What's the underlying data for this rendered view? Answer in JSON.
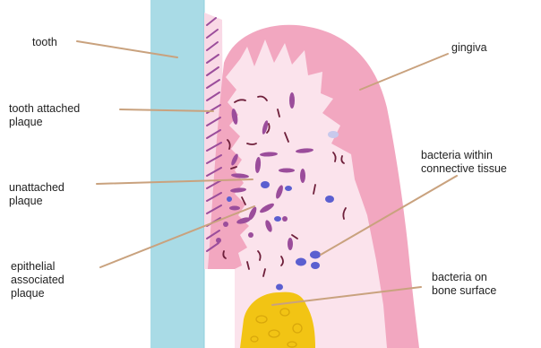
{
  "labels": {
    "tooth": [
      "tooth"
    ],
    "tooth_attached_plaque": [
      "tooth attached",
      "plaque"
    ],
    "unattached_plaque": [
      "unattached",
      "plaque"
    ],
    "epithelial_associated_plaque": [
      "epithelial",
      "associated",
      "plaque"
    ],
    "gingiva": [
      "gingiva"
    ],
    "bacteria_connective": [
      "bacteria within",
      "connective tissue"
    ],
    "bacteria_bone": [
      "bacteria on",
      "bone surface"
    ]
  },
  "colors": {
    "tooth": "#a9dbe6",
    "tooth_edge": "#7fc6d6",
    "gingiva": "#f2a7c0",
    "gingiva_inner": "#f7d3e1",
    "plaque": "#9b4d9b",
    "bacteria_blue": "#5b5fd0",
    "bone": "#f2c414",
    "leader": "#c9a27e"
  }
}
